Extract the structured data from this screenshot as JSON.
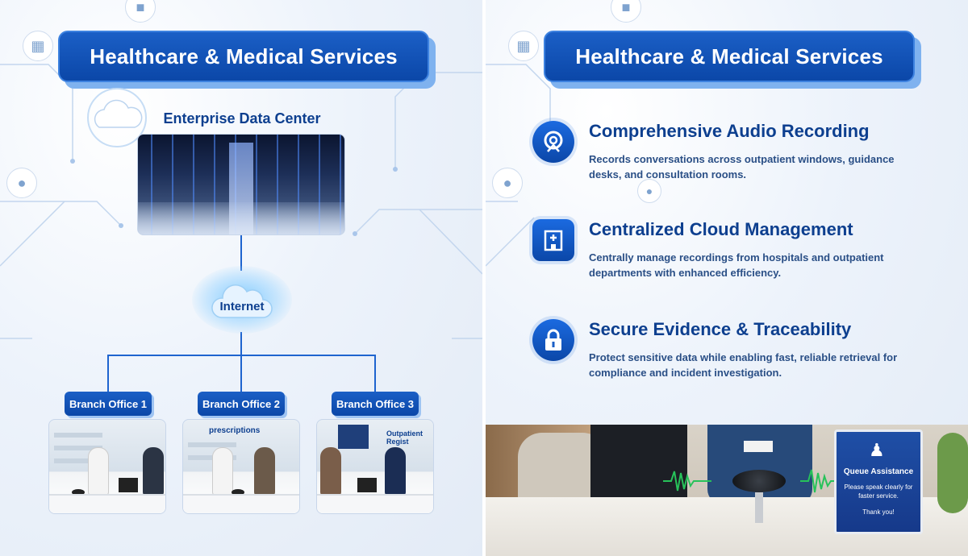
{
  "left_panel": {
    "title": "Healthcare & Medical Services",
    "data_center_label": "Enterprise Data Center",
    "internet_label": "Internet",
    "branches": [
      {
        "label": "Branch Office 1"
      },
      {
        "label": "Branch Office 2",
        "photo_text": "prescriptions"
      },
      {
        "label": "Branch Office 3",
        "photo_text": "Outpatient Regist"
      }
    ]
  },
  "right_panel": {
    "title": "Healthcare & Medical Services",
    "features": [
      {
        "icon": "audio-recording-icon",
        "title": "Comprehensive Audio Recording",
        "description": "Records conversations across outpatient windows, guidance desks, and consultation rooms."
      },
      {
        "icon": "hospital-building-icon",
        "title": "Centralized Cloud Management",
        "description": "Centrally manage recordings from hospitals and outpatient departments with enhanced efficiency."
      },
      {
        "icon": "lock-icon",
        "title": "Secure Evidence & Traceability",
        "description": "Protect sensitive data while enabling fast, reliable retrieval for compliance and incident investigation."
      }
    ],
    "queue_sign": {
      "title": "Queue Assistance",
      "body": "Please speak clearly for faster service.",
      "thanks": "Thank you!"
    }
  },
  "colors": {
    "title_blue": "#0b47a8",
    "text_blue": "#0d3f8f",
    "connector_blue": "#1e64cf"
  }
}
